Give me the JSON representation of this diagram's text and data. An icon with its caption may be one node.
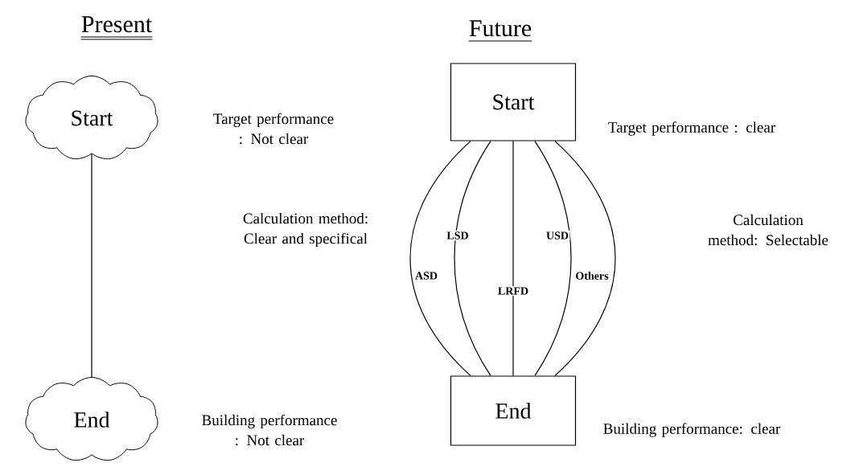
{
  "diagram": {
    "nodes": [
      {
        "text": [
          "Start"
        ],
        "beside": [
          "Target performance : Not clear"
        ]
      },
      {
        "text": [
          "End"
        ],
        "beside": [
          "Building performance : Not clear"
        ]
      },
      {
        "text": [
          "Start"
        ],
        "beside": [
          "Target performance : clear"
        ]
      },
      {
        "text": [
          "End"
        ],
        "beside": [
          "Building performance: clear"
        ]
      }
    ],
    "edges": [
      {
        "from": 0,
        "to": 1,
        "arrow": "none"
      },
      {
        "from": 2,
        "to": 3,
        "arrow": "none",
        "label": "ASD"
      },
      {
        "from": 2,
        "to": 3,
        "arrow": "none",
        "label": "LSD"
      },
      {
        "from": 2,
        "to": 3,
        "arrow": "none",
        "label": "LRFD"
      },
      {
        "from": 2,
        "to": 3,
        "arrow": "none",
        "label": "USD"
      },
      {
        "from": 2,
        "to": 3,
        "arrow": "none",
        "label": "Others"
      }
    ],
    "labels": [
      "Present",
      "Future",
      "Calculation method: Clear and specifical",
      "Calculation method: Selectable"
    ]
  }
}
